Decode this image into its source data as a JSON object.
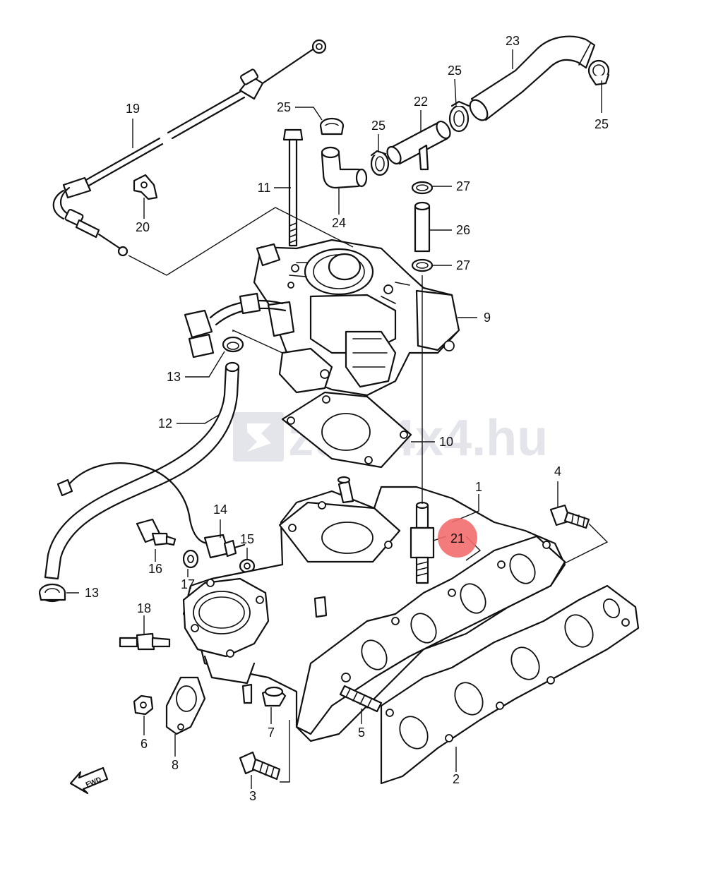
{
  "watermark": {
    "text": "zuki4x4.hu"
  },
  "forward_arrow": {
    "label": "FWD"
  },
  "highlight": {
    "label": "21",
    "color": "#f26d6d"
  },
  "callouts": [
    {
      "id": "c1",
      "label": "1"
    },
    {
      "id": "c2",
      "label": "2"
    },
    {
      "id": "c3",
      "label": "3"
    },
    {
      "id": "c4",
      "label": "4"
    },
    {
      "id": "c5",
      "label": "5"
    },
    {
      "id": "c6",
      "label": "6"
    },
    {
      "id": "c7",
      "label": "7"
    },
    {
      "id": "c8",
      "label": "8"
    },
    {
      "id": "c9",
      "label": "9"
    },
    {
      "id": "c10",
      "label": "10"
    },
    {
      "id": "c11",
      "label": "11"
    },
    {
      "id": "c12",
      "label": "12"
    },
    {
      "id": "c13a",
      "label": "13"
    },
    {
      "id": "c13b",
      "label": "13"
    },
    {
      "id": "c14",
      "label": "14"
    },
    {
      "id": "c15",
      "label": "15"
    },
    {
      "id": "c16",
      "label": "16"
    },
    {
      "id": "c17",
      "label": "17"
    },
    {
      "id": "c18",
      "label": "18"
    },
    {
      "id": "c19",
      "label": "19"
    },
    {
      "id": "c20",
      "label": "20"
    },
    {
      "id": "c22",
      "label": "22"
    },
    {
      "id": "c23",
      "label": "23"
    },
    {
      "id": "c24",
      "label": "24"
    },
    {
      "id": "c25a",
      "label": "25"
    },
    {
      "id": "c25b",
      "label": "25"
    },
    {
      "id": "c25c",
      "label": "25"
    },
    {
      "id": "c25d",
      "label": "25"
    },
    {
      "id": "c26",
      "label": "26"
    },
    {
      "id": "c27a",
      "label": "27"
    },
    {
      "id": "c27b",
      "label": "27"
    }
  ]
}
